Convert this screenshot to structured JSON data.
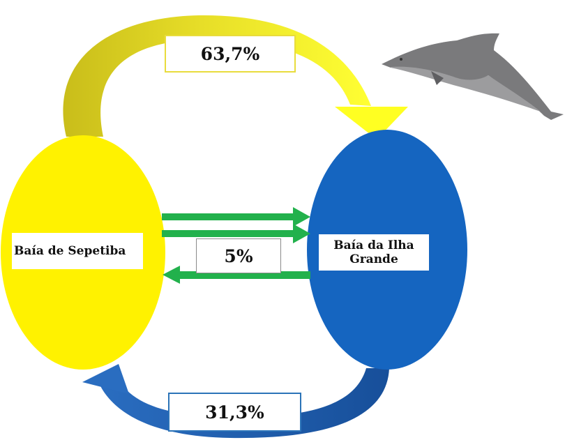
{
  "nodes": {
    "sepetiba": {
      "label": "Baía de Sepetiba",
      "color": "#fff200"
    },
    "ilha_grande": {
      "label_line1": "Baía da Ilha",
      "label_line2": "Grande",
      "color": "#1565c0"
    }
  },
  "flows": {
    "top": {
      "label": "63,7%",
      "color": "#f5f000"
    },
    "middle": {
      "label": "5%",
      "color": "#22b14c"
    },
    "bottom": {
      "label": "31,3%",
      "color": "#1c5fb0"
    }
  },
  "icons": {
    "animal": "dolphin-icon"
  }
}
